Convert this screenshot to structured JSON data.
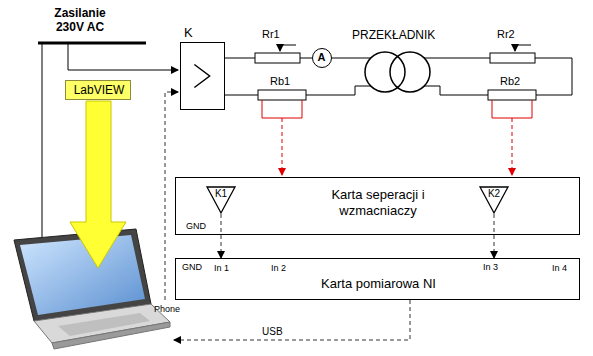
{
  "diagram": {
    "nodes": [
      {
        "text": [
          "LabVIEW"
        ]
      },
      {
        "text": [
          "K"
        ]
      },
      {
        "text": [
          "A"
        ]
      },
      {
        "text": [
          "Karta seperacji i wzmacniaczy",
          "GND"
        ]
      },
      {
        "text": [
          "K1"
        ],
        "in": 3
      },
      {
        "text": [
          "K2"
        ],
        "in": 3
      },
      {
        "text": [
          "Karta pomiarowa NI",
          "GND",
          "In 1",
          "In 2",
          "In 3",
          "In 4"
        ]
      }
    ],
    "edges": [
      {
        "from": 4,
        "to": 6,
        "arrow": "to"
      },
      {
        "from": 5,
        "to": 6,
        "arrow": "to"
      }
    ],
    "labels": [
      "Zasilanie 230V AC",
      "PRZEKŁADNIK",
      "Rr1",
      "Rr2",
      "Rb1",
      "Rb2",
      "Phone",
      "USB"
    ]
  }
}
